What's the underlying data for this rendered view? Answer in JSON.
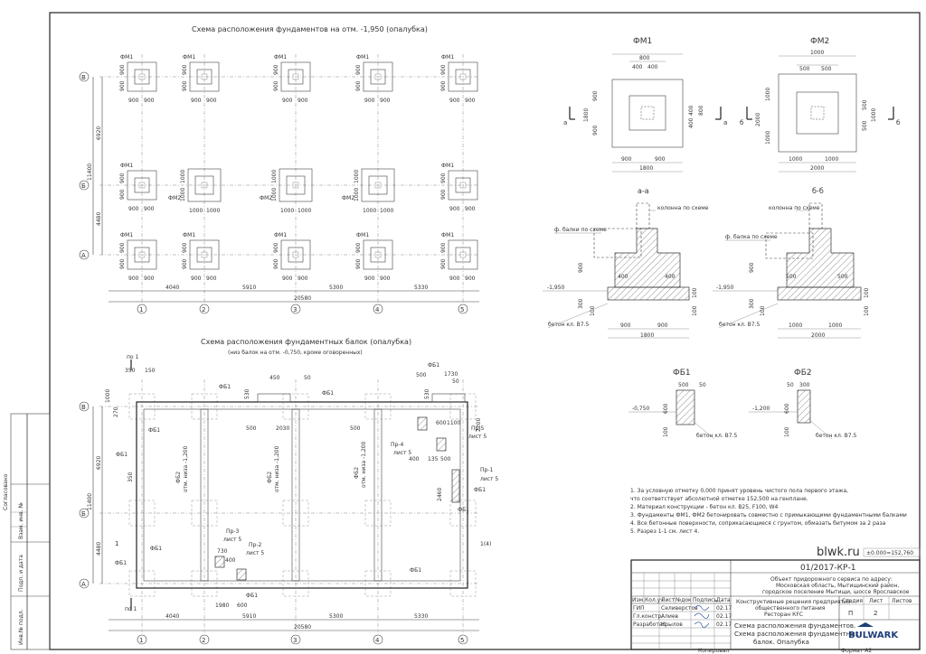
{
  "plan1": {
    "title": "Схема расположения фундаментов на отм. -1,950 (опалубка)",
    "axes_letters": [
      "В",
      "Б",
      "А"
    ],
    "axes_numbers": [
      "1",
      "2",
      "3",
      "4",
      "5"
    ],
    "dims_x": [
      "4040",
      "5910",
      "5300",
      "5330"
    ],
    "dim_total": "20580",
    "dims_y": [
      "6920",
      "4480"
    ],
    "dim_y_total": "11400",
    "label_fm1": "ФМ1",
    "label_fm2": "ФМ2",
    "d900": "900",
    "d1000": "1000"
  },
  "plan2": {
    "title": "Схема расположения фундаментных балок (опалубка)",
    "subtitle": "(низ балок на отм. -0,750, кроме оговоренных)",
    "beam_fb1": "ФБ1",
    "beam_fb2": "ФБ2",
    "mark_level": "отм. низа -1,200",
    "openings": [
      {
        "name": "Пр-1",
        "sheet": "лист 5"
      },
      {
        "name": "Пр-2",
        "sheet": "лист 5"
      },
      {
        "name": "Пр-3",
        "sheet": "лист 5"
      },
      {
        "name": "Пр-4",
        "sheet": "лист 5"
      },
      {
        "name": "Пр-5",
        "sheet": "лист 5"
      }
    ],
    "section_mark_left": "1",
    "section_mark_right": "1(4)",
    "cut_label": "по 1",
    "dims": [
      "350",
      "150",
      "450",
      "50",
      "530",
      "500",
      "2030",
      "1730",
      "600",
      "1100",
      "2200",
      "1000",
      "270",
      "730",
      "400",
      "1980",
      "135",
      "2460"
    ]
  },
  "fm1": {
    "title": "ФМ1",
    "dims_top": [
      "800",
      "400",
      "400"
    ],
    "dims_bottom": [
      "900",
      "900"
    ],
    "dim_total": "1800",
    "dims_side": [
      "900",
      "900"
    ],
    "dims_right": [
      "800",
      "400",
      "400"
    ],
    "cut": "а"
  },
  "fm2": {
    "title": "ФМ2",
    "dims_top": [
      "1000",
      "500",
      "500"
    ],
    "dims_bottom": [
      "1000",
      "1000"
    ],
    "dim_total": "2000",
    "dims_side": [
      "1000",
      "1000"
    ],
    "dims_right": [
      "1000",
      "500",
      "500"
    ],
    "cut": "б"
  },
  "sec_a": {
    "title": "а-а",
    "col": "колонна по схеме",
    "beam": "ф. балки по схеме",
    "level": "-1,950",
    "concrete": "бетон кл. В7.5",
    "d900": "900",
    "d400": "400",
    "d300": "300",
    "d100": "100",
    "d1800": "1800"
  },
  "sec_b": {
    "title": "б-б",
    "col": "колонна по схеме",
    "beam": "ф. балка по схеме",
    "level": "-1,950",
    "concrete": "бетон кл. В7.5",
    "d1000": "1000",
    "d500": "500",
    "d900": "900",
    "d300": "300",
    "d100": "100",
    "d2000": "2000"
  },
  "fb1": {
    "title": "ФБ1",
    "level": "-0,750",
    "concrete": "бетон кл. В7.5",
    "d500": "500",
    "d50": "50",
    "d600": "600",
    "d100": "100"
  },
  "fb2": {
    "title": "ФБ2",
    "level": "-1,200",
    "concrete": "бетон кл. В7.5",
    "d50": "50",
    "d300": "300",
    "d600": "600",
    "d100": "100"
  },
  "notes": [
    "1. За условную отметку 0,000 принят уровень чистого пола первого этажа,",
    "что соответствует абсолютной отметке 152,500 на генплане.",
    "2. Материал конструкции - бетон кл. В25, F100, W4",
    "3. Фундаменты ФМ1, ФМ2 бетонировать совместно с примыкающими фундаментными балками",
    "4. Все бетонные поверхности, соприкасающиеся с грунтом, обмазать битумом за 2 раза",
    "5. Разрез 1-1 см. лист 4."
  ],
  "watermark": "blwk.ru",
  "abs_mark": "±0.000=152,760",
  "stamp": {
    "code": "01/2017-КР-1",
    "object": [
      "Объект придорожного сервиса по адресу:",
      "Московская область, Мытищинский район,",
      "городское поселение Мытищи, шоссе Ярославское"
    ],
    "solution": [
      "Конструктивные решения предприятия",
      "общественного питания",
      "Ресторан КFC"
    ],
    "sheet_title": [
      "Схема расположения фундаментов.",
      "Схема расположения фундаментных",
      "балок. Опалубка"
    ],
    "hdr": [
      "Изм.",
      "Кол.уч",
      "Лист",
      "№док",
      "Подпись",
      "Дата"
    ],
    "people": [
      {
        "role": "ГИП",
        "name": "Селиверстов",
        "date": "02.17"
      },
      {
        "role": "Гл.констр.",
        "name": "Алиев",
        "date": "02.17"
      },
      {
        "role": "Разработал",
        "name": "Крылов",
        "date": "02.17"
      }
    ],
    "stage_h": "Стадия",
    "sheet_h": "Лист",
    "sheets_h": "Листов",
    "stage": "П",
    "sheet": "2",
    "company": "BULWARK",
    "copied": "Копировал",
    "format": "Формат А2"
  },
  "margin": {
    "agreed": "Согласовано",
    "inv_rep": "Взам. инв. №",
    "sign_date": "Подп. и дата",
    "inv_orig": "Инв.№ подл."
  }
}
